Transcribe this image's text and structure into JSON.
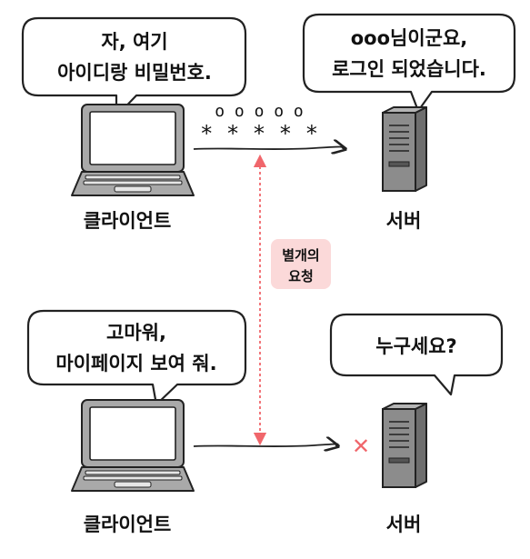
{
  "top": {
    "client_bubble": {
      "line1": "자, 여기",
      "line2": "아이디랑 비밀번호."
    },
    "server_bubble": {
      "line1": "ooo님이군요,",
      "line2": "로그인 되었습니다."
    },
    "credentials": {
      "id_mask": "o o o o o",
      "pw_mask": "* * * * *"
    },
    "client_caption": "클라이언트",
    "server_caption": "서버"
  },
  "bottom": {
    "client_bubble": {
      "line1": "고마워,",
      "line2": "마이페이지 보여 줘."
    },
    "server_bubble": {
      "line1": "누구세요?"
    },
    "reject_mark": "✕",
    "client_caption": "클라이언트",
    "server_caption": "서버"
  },
  "separate_request": {
    "line1": "별개의",
    "line2": "요청"
  },
  "colors": {
    "accent_red": "#f0666b",
    "label_bg": "#fbd9d9",
    "laptop_gray": "#a9a9a9",
    "laptop_screen": "#ffffff",
    "server_gray": "#8c8c8c",
    "outline": "#222222"
  }
}
